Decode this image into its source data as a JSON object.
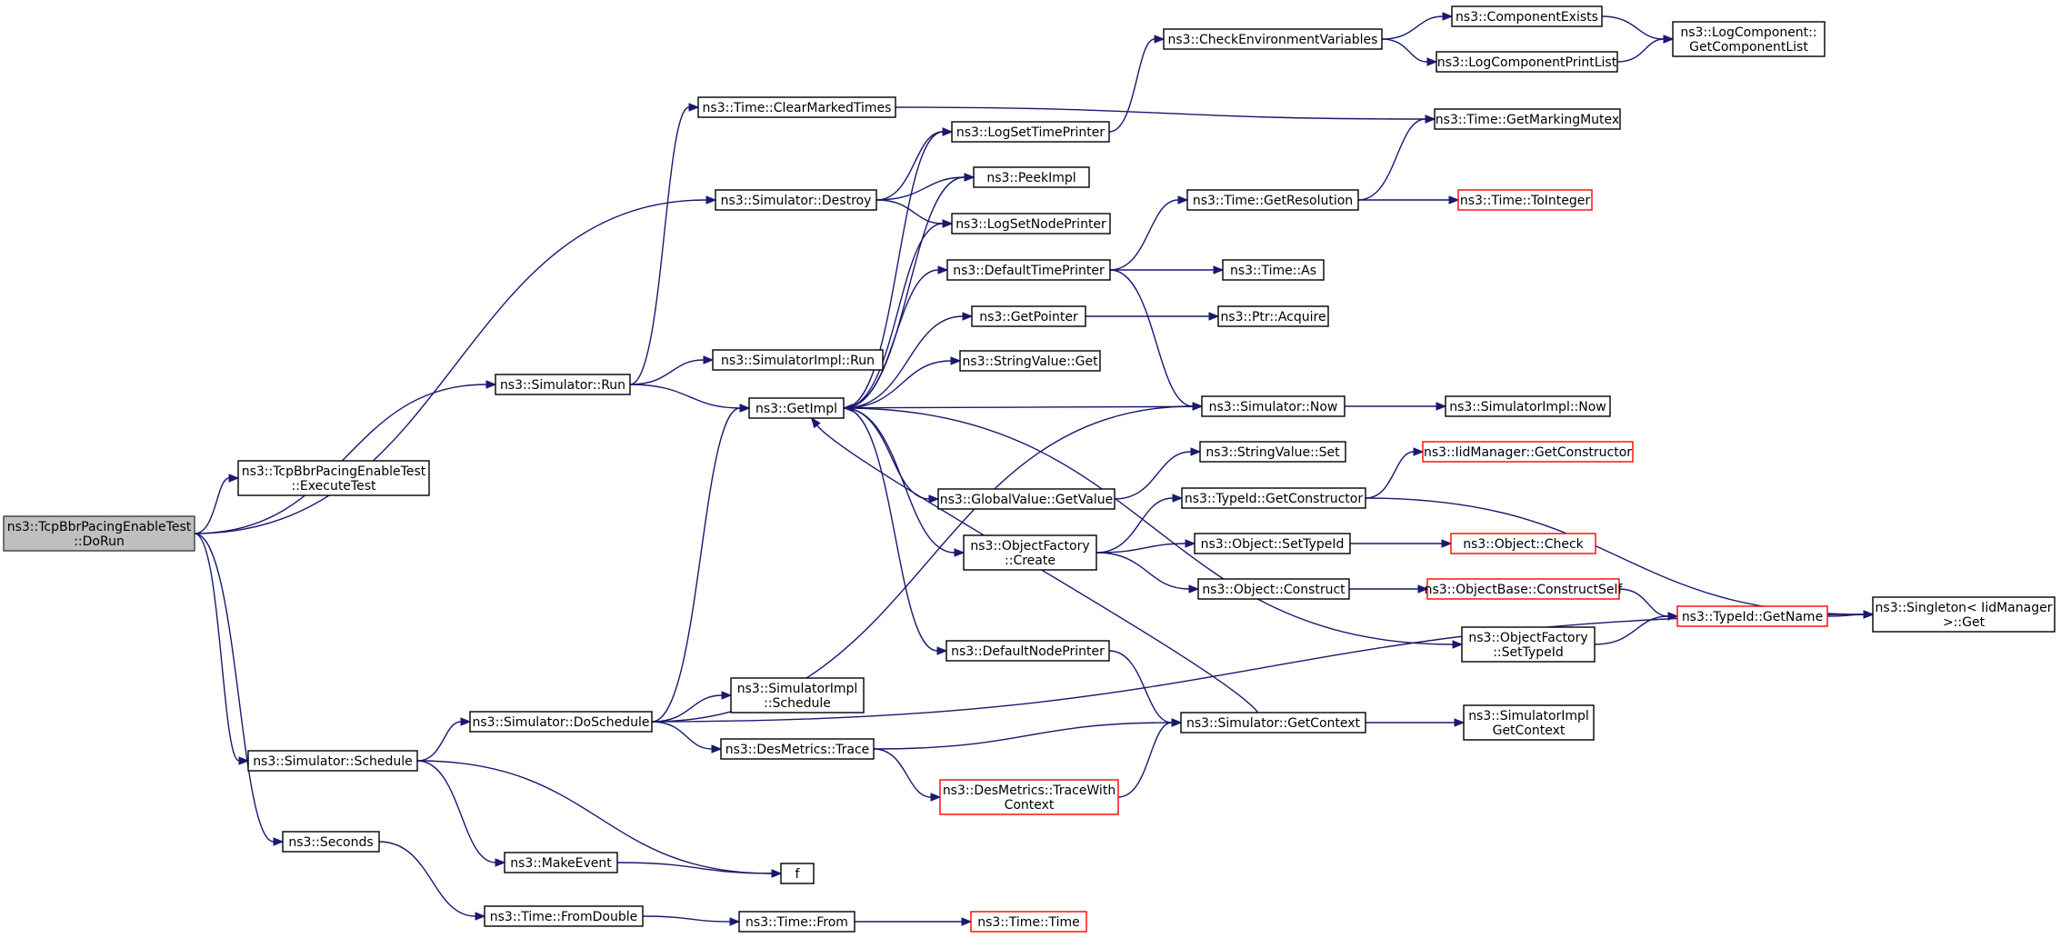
{
  "nodes": [
    {
      "id": "dorun",
      "lines": [
        "ns3::TcpBbrPacingEnableTest",
        "::DoRun"
      ],
      "style": "root"
    },
    {
      "id": "run",
      "lines": [
        "ns3::Simulator::Run"
      ],
      "style": "normal"
    },
    {
      "id": "executetest",
      "lines": [
        "ns3::TcpBbrPacingEnableTest",
        "::ExecuteTest"
      ],
      "style": "normal"
    },
    {
      "id": "schedule",
      "lines": [
        "ns3::Simulator::Schedule"
      ],
      "style": "normal"
    },
    {
      "id": "seconds",
      "lines": [
        "ns3::Seconds"
      ],
      "style": "normal"
    },
    {
      "id": "clearmarked",
      "lines": [
        "ns3::Time::ClearMarkedTimes"
      ],
      "style": "normal"
    },
    {
      "id": "destroy",
      "lines": [
        "ns3::Simulator::Destroy"
      ],
      "style": "normal"
    },
    {
      "id": "simimplrun",
      "lines": [
        "ns3::SimulatorImpl::Run"
      ],
      "style": "normal"
    },
    {
      "id": "getimpl",
      "lines": [
        "ns3::GetImpl"
      ],
      "style": "normal"
    },
    {
      "id": "doschedule",
      "lines": [
        "ns3::Simulator::DoSchedule"
      ],
      "style": "normal"
    },
    {
      "id": "makeevent",
      "lines": [
        "ns3::MakeEvent"
      ],
      "style": "normal"
    },
    {
      "id": "fromdouble",
      "lines": [
        "ns3::Time::FromDouble"
      ],
      "style": "normal"
    },
    {
      "id": "f",
      "lines": [
        "f"
      ],
      "style": "normal"
    },
    {
      "id": "simimplschedule",
      "lines": [
        "ns3::SimulatorImpl",
        "::Schedule"
      ],
      "style": "normal"
    },
    {
      "id": "desmetricstrace",
      "lines": [
        "ns3::DesMetrics::Trace"
      ],
      "style": "normal"
    },
    {
      "id": "timefrom",
      "lines": [
        "ns3::Time::From"
      ],
      "style": "normal"
    },
    {
      "id": "logsettimeprinter",
      "lines": [
        "ns3::LogSetTimePrinter"
      ],
      "style": "normal"
    },
    {
      "id": "peekimpl",
      "lines": [
        "ns3::PeekImpl"
      ],
      "style": "normal"
    },
    {
      "id": "logsetnodeprinter",
      "lines": [
        "ns3::LogSetNodePrinter"
      ],
      "style": "normal"
    },
    {
      "id": "defaulttimeprinter",
      "lines": [
        "ns3::DefaultTimePrinter"
      ],
      "style": "normal"
    },
    {
      "id": "getpointer",
      "lines": [
        "ns3::GetPointer"
      ],
      "style": "normal"
    },
    {
      "id": "stringvalueget",
      "lines": [
        "ns3::StringValue::Get"
      ],
      "style": "normal"
    },
    {
      "id": "globalvalueget",
      "lines": [
        "ns3::GlobalValue::GetValue"
      ],
      "style": "normal"
    },
    {
      "id": "objectfactorycreate",
      "lines": [
        "ns3::ObjectFactory",
        "::Create"
      ],
      "style": "normal"
    },
    {
      "id": "defaultnodeprinter",
      "lines": [
        "ns3::DefaultNodePrinter"
      ],
      "style": "normal"
    },
    {
      "id": "tracewithcontext",
      "lines": [
        "ns3::DesMetrics::TraceWith",
        "Context"
      ],
      "style": "red"
    },
    {
      "id": "timetime",
      "lines": [
        "ns3::Time::Time"
      ],
      "style": "red"
    },
    {
      "id": "checkenv",
      "lines": [
        "ns3::CheckEnvironmentVariables"
      ],
      "style": "normal"
    },
    {
      "id": "getresolution",
      "lines": [
        "ns3::Time::GetResolution"
      ],
      "style": "normal"
    },
    {
      "id": "timeas",
      "lines": [
        "ns3::Time::As"
      ],
      "style": "normal"
    },
    {
      "id": "ptracquire",
      "lines": [
        "ns3::Ptr::Acquire"
      ],
      "style": "normal"
    },
    {
      "id": "simnow",
      "lines": [
        "ns3::Simulator::Now"
      ],
      "style": "normal"
    },
    {
      "id": "stringvalueset",
      "lines": [
        "ns3::StringValue::Set"
      ],
      "style": "normal"
    },
    {
      "id": "typeidgetconstructor",
      "lines": [
        "ns3::TypeId::GetConstructor"
      ],
      "style": "normal"
    },
    {
      "id": "objectsettypeid",
      "lines": [
        "ns3::Object::SetTypeId"
      ],
      "style": "normal"
    },
    {
      "id": "objectconstruct",
      "lines": [
        "ns3::Object::Construct"
      ],
      "style": "normal"
    },
    {
      "id": "objectfactorysettypeid",
      "lines": [
        "ns3::ObjectFactory",
        "::SetTypeId"
      ],
      "style": "normal"
    },
    {
      "id": "simgetcontext",
      "lines": [
        "ns3::Simulator::GetContext"
      ],
      "style": "normal"
    },
    {
      "id": "componentexists",
      "lines": [
        "ns3::ComponentExists"
      ],
      "style": "normal"
    },
    {
      "id": "logcomponentprintlist",
      "lines": [
        "ns3::LogComponentPrintList"
      ],
      "style": "normal"
    },
    {
      "id": "getmarkingmutex",
      "lines": [
        "ns3::Time::GetMarkingMutex"
      ],
      "style": "normal"
    },
    {
      "id": "tointeger",
      "lines": [
        "ns3::Time::ToInteger"
      ],
      "style": "red"
    },
    {
      "id": "simimplnow",
      "lines": [
        "ns3::SimulatorImpl::Now"
      ],
      "style": "normal"
    },
    {
      "id": "iidgetconstructor",
      "lines": [
        "ns3::IidManager::GetConstructor"
      ],
      "style": "red"
    },
    {
      "id": "objectcheck",
      "lines": [
        "ns3::Object::Check"
      ],
      "style": "red"
    },
    {
      "id": "constructself",
      "lines": [
        "ns3::ObjectBase::ConstructSelf"
      ],
      "style": "red"
    },
    {
      "id": "typeidgetname",
      "lines": [
        "ns3::TypeId::GetName"
      ],
      "style": "red"
    },
    {
      "id": "simimplgetcontext",
      "lines": [
        "ns3::SimulatorImpl",
        "GetContext"
      ],
      "style": "normal"
    },
    {
      "id": "getcomponentlist",
      "lines": [
        "ns3::LogComponent::",
        "GetComponentList"
      ],
      "style": "normal"
    },
    {
      "id": "singletonget",
      "lines": [
        "ns3::Singleton< IidManager",
        ">::Get"
      ],
      "style": "normal"
    }
  ],
  "edges": [
    [
      "dorun",
      "run"
    ],
    [
      "dorun",
      "executetest"
    ],
    [
      "dorun",
      "schedule"
    ],
    [
      "dorun",
      "seconds"
    ],
    [
      "dorun",
      "destroy"
    ],
    [
      "run",
      "clearmarked"
    ],
    [
      "run",
      "simimplrun"
    ],
    [
      "run",
      "getimpl"
    ],
    [
      "clearmarked",
      "getmarkingmutex"
    ],
    [
      "destroy",
      "logsettimeprinter"
    ],
    [
      "destroy",
      "peekimpl"
    ],
    [
      "destroy",
      "logsetnodeprinter"
    ],
    [
      "getimpl",
      "logsettimeprinter"
    ],
    [
      "getimpl",
      "peekimpl"
    ],
    [
      "getimpl",
      "logsetnodeprinter"
    ],
    [
      "getimpl",
      "defaulttimeprinter"
    ],
    [
      "getimpl",
      "getpointer"
    ],
    [
      "getimpl",
      "stringvalueget"
    ],
    [
      "getimpl",
      "globalvalueget"
    ],
    [
      "getimpl",
      "objectfactorycreate"
    ],
    [
      "getimpl",
      "defaultnodeprinter"
    ],
    [
      "getimpl",
      "objectfactorysettypeid"
    ],
    [
      "logsettimeprinter",
      "checkenv"
    ],
    [
      "checkenv",
      "componentexists"
    ],
    [
      "checkenv",
      "logcomponentprintlist"
    ],
    [
      "componentexists",
      "getcomponentlist"
    ],
    [
      "logcomponentprintlist",
      "getcomponentlist"
    ],
    [
      "defaulttimeprinter",
      "getresolution"
    ],
    [
      "defaulttimeprinter",
      "timeas"
    ],
    [
      "defaulttimeprinter",
      "simnow"
    ],
    [
      "getresolution",
      "getmarkingmutex"
    ],
    [
      "getresolution",
      "tointeger"
    ],
    [
      "getpointer",
      "ptracquire"
    ],
    [
      "simnow",
      "getimpl"
    ],
    [
      "simnow",
      "simimplnow"
    ],
    [
      "globalvalueget",
      "stringvalueset"
    ],
    [
      "objectfactorycreate",
      "typeidgetconstructor"
    ],
    [
      "objectfactorycreate",
      "objectsettypeid"
    ],
    [
      "objectfactorycreate",
      "objectconstruct"
    ],
    [
      "typeidgetconstructor",
      "iidgetconstructor"
    ],
    [
      "typeidgetconstructor",
      "singletonget"
    ],
    [
      "objectsettypeid",
      "objectcheck"
    ],
    [
      "objectconstruct",
      "constructself"
    ],
    [
      "constructself",
      "typeidgetname"
    ],
    [
      "objectfactorysettypeid",
      "typeidgetname"
    ],
    [
      "typeidgetname",
      "singletonget"
    ],
    [
      "defaultnodeprinter",
      "simgetcontext"
    ],
    [
      "simgetcontext",
      "getimpl"
    ],
    [
      "simgetcontext",
      "simimplgetcontext"
    ],
    [
      "schedule",
      "doschedule"
    ],
    [
      "schedule",
      "makeevent"
    ],
    [
      "schedule",
      "f"
    ],
    [
      "doschedule",
      "getimpl"
    ],
    [
      "doschedule",
      "simnow"
    ],
    [
      "doschedule",
      "simimplschedule"
    ],
    [
      "doschedule",
      "desmetricstrace"
    ],
    [
      "doschedule",
      "singletonget"
    ],
    [
      "desmetricstrace",
      "simgetcontext"
    ],
    [
      "desmetricstrace",
      "tracewithcontext"
    ],
    [
      "tracewithcontext",
      "simgetcontext"
    ],
    [
      "makeevent",
      "f"
    ],
    [
      "seconds",
      "fromdouble"
    ],
    [
      "fromdouble",
      "timefrom"
    ],
    [
      "timefrom",
      "timetime"
    ]
  ]
}
